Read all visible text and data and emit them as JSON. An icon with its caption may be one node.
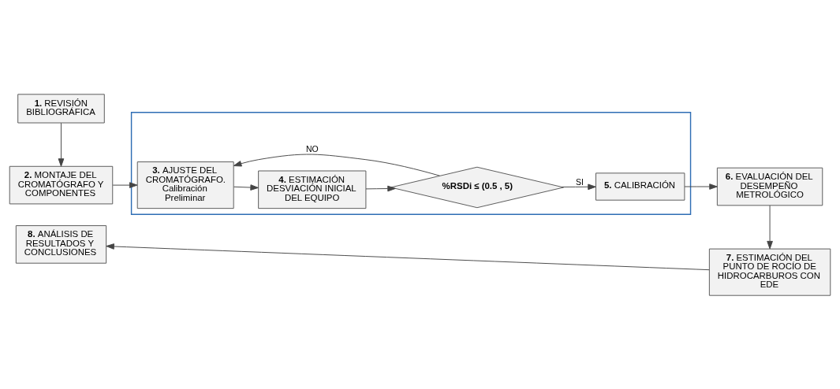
{
  "diagram": {
    "nodes": [
      {
        "text": [
          "**1.** REVISIÓN BIBLIOGRÁFICA"
        ]
      },
      {
        "text": [
          "**2.** MONTAJE DEL CROMATÓGRAFO Y COMPONENTES"
        ]
      },
      {
        "text": [],
        "shape": "box"
      },
      {
        "text": [
          "**3.** AJUSTE DEL CROMATÓGRAFO.",
          "Calibración Preliminar"
        ],
        "in": 2
      },
      {
        "text": [
          "**4.** ESTIMACIÓN DESVIACIÓN INICIAL DEL EQUIPO"
        ],
        "in": 2
      },
      {
        "text": [
          "%RSDi ≤ (0.5 , 5)"
        ],
        "in": 2
      },
      {
        "text": [
          "**5.** CALIBRACIÓN"
        ],
        "in": 2
      },
      {
        "text": [
          "**6.** EVALUACIÓN DEL DESEMPEÑO METROLÓGICO"
        ]
      },
      {
        "text": [
          "**7.** ESTIMACIÓN DEL PUNTO DE ROCÍO DE HIDROCARBUROS CON EDE"
        ]
      },
      {
        "text": [
          "**8.** ANÁLISIS DE RESULTADOS Y CONCLUSIONES"
        ]
      }
    ],
    "edges": [
      {
        "from": 0,
        "to": 1,
        "arrow": "to"
      },
      {
        "from": 1,
        "to": 3,
        "arrow": "to"
      },
      {
        "from": 3,
        "to": 4,
        "arrow": "to"
      },
      {
        "from": 4,
        "to": 5,
        "arrow": "to"
      },
      {
        "from": 5,
        "to": 6,
        "arrow": "to",
        "label": "SI"
      },
      {
        "from": 5,
        "to": 3,
        "arrow": "to",
        "label": "NO"
      },
      {
        "from": 6,
        "to": 7,
        "arrow": "to"
      },
      {
        "from": 7,
        "to": 8,
        "arrow": "to"
      },
      {
        "from": 8,
        "to": 9,
        "arrow": "to"
      }
    ]
  }
}
